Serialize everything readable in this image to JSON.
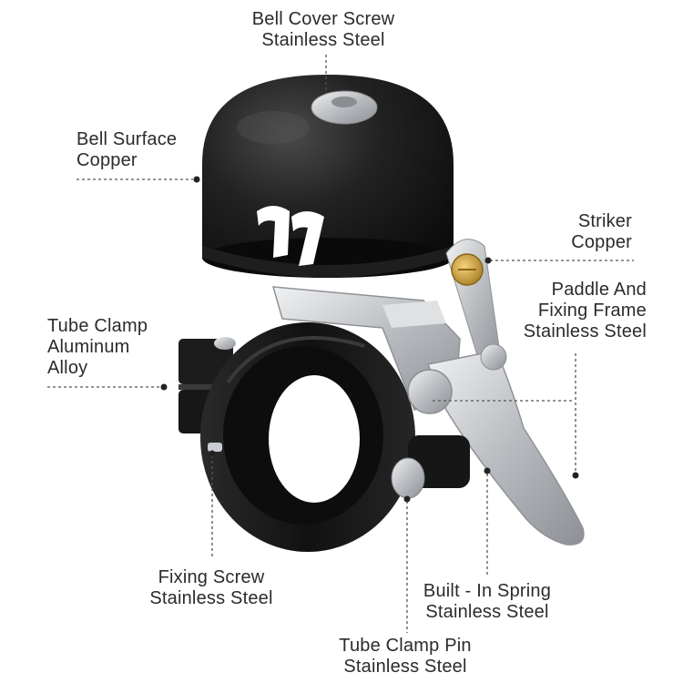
{
  "labels": {
    "bell_cover_screw": {
      "line1": "Bell Cover Screw",
      "line2": "Stainless Steel"
    },
    "bell_surface": {
      "line1": "Bell Surface",
      "line2": "Copper"
    },
    "striker": {
      "line1": "Striker",
      "line2": "Copper"
    },
    "paddle": {
      "line1": "Paddle And",
      "line2": "Fixing Frame",
      "line3": "Stainless Steel"
    },
    "tube_clamp": {
      "line1": "Tube Clamp",
      "line2": "Aluminum",
      "line3": "Alloy"
    },
    "fixing_screw": {
      "line1": "Fixing Screw",
      "line2": "Stainless Steel"
    },
    "built_in_spring": {
      "line1": "Built - In Spring",
      "line2": "Stainless Steel"
    },
    "tube_clamp_pin": {
      "line1": "Tube Clamp Pin",
      "line2": "Stainless Steel"
    }
  },
  "colors": {
    "bell_black": "#1a1a1a",
    "steel": "#c9ccd0",
    "brass": "#c8a040",
    "leader": "#555555"
  }
}
